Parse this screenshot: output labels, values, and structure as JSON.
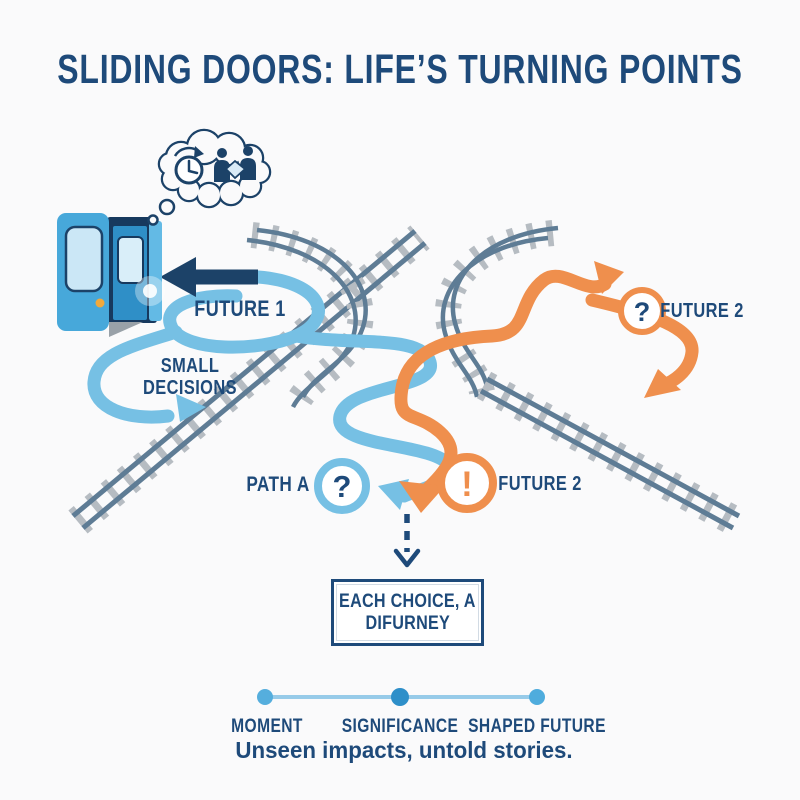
{
  "title": "SLIDING DOORS: LIFE’S TURNING POINTS",
  "labels": {
    "future_1": "FUTURE 1",
    "small_line1": "SMALL",
    "small_line2": "DECISIONS",
    "path_a": "PATH A",
    "future_2_upper": "FUTURE 2",
    "future_2_lower": "FUTURE 2",
    "question_glyph": "?",
    "exclamation_glyph": "!"
  },
  "choice_box": {
    "line1": "EACH CHOICE, A",
    "line2": "DIFURNEY"
  },
  "timeline": {
    "labels": [
      "MOMENT",
      "SIGNIFICANCE",
      "SHAPED FUTURE"
    ]
  },
  "tagline": "Unseen impacts, untold stories.",
  "icons": {
    "train_door": "open-sliding-train-door",
    "thought_bubble": "cloud-thought-bubble",
    "clock": "clock-with-rewind-arrow",
    "handshake": "two-people-meeting",
    "question_badge_blue": "question-mark-in-blue-ring",
    "question_badge_orange": "question-mark-in-orange-ring",
    "exclamation_badge_orange": "exclamation-in-orange-ring"
  },
  "colors": {
    "navy": "#1e4a7a",
    "navy_dark": "#1c4268",
    "path_blue": "#76c0e4",
    "path_orange": "#ef8f4d",
    "rail_gray": "#5e7c95",
    "tie_gray": "#b6bcc2",
    "door_blue": "#47a8da",
    "door_interior": "#17395e",
    "handle_orange": "#f2a93b",
    "timeline_line": "#97cbe9",
    "timeline_dot_mid": "#2e8fc9",
    "timeline_dot_side": "#55aedd"
  }
}
